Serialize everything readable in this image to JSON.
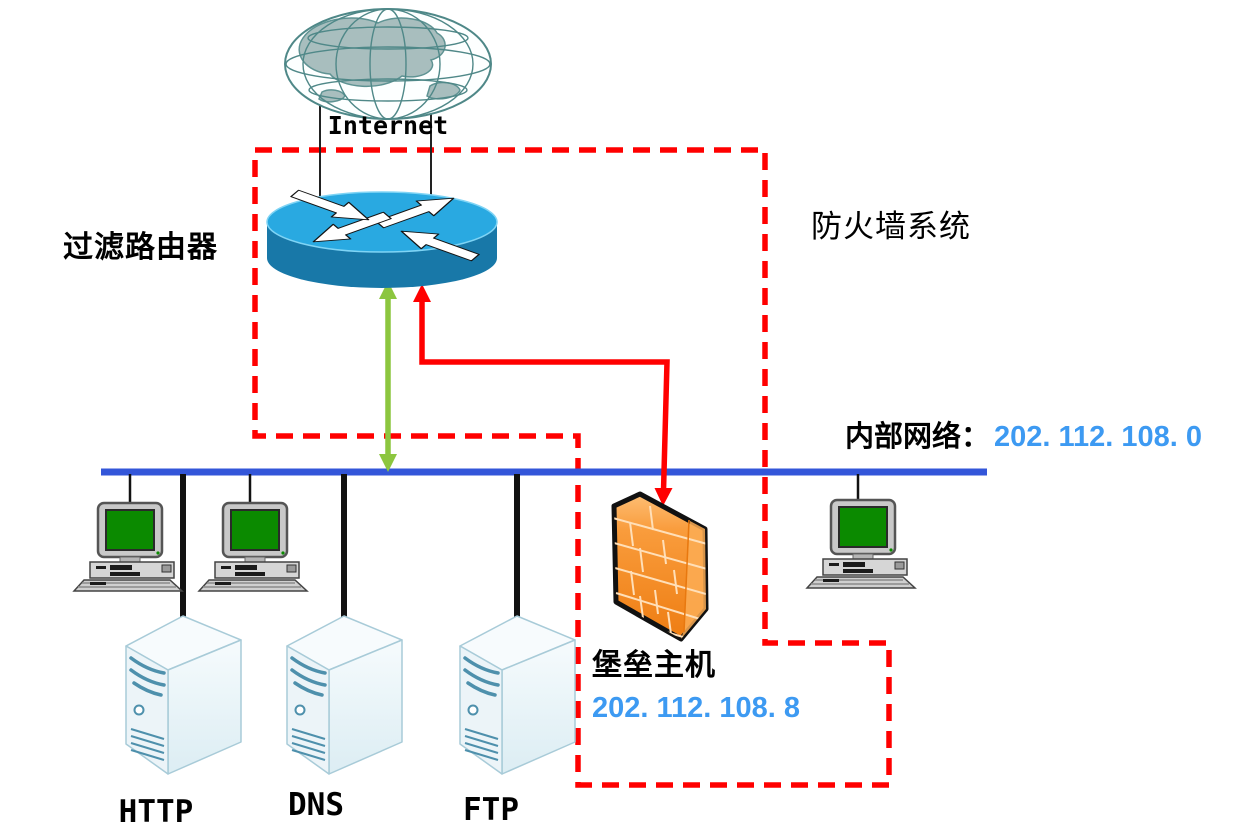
{
  "diagram": {
    "internet_label": "Internet",
    "router_label": "过滤路由器",
    "firewall_system_label": "防火墙系统",
    "internal_network": {
      "label": "内部网络：",
      "ip": "202. 112. 108. 0"
    },
    "bastion_host": {
      "label": "堡垒主机",
      "ip": "202. 112. 108. 8"
    },
    "servers": [
      {
        "label": "HTTP"
      },
      {
        "label": "DNS"
      },
      {
        "label": "FTP"
      }
    ]
  },
  "icons": {
    "globe": "internet-globe-icon",
    "router": "cisco-router-icon",
    "bastion": "firewall-brick-wall-icon",
    "server": "server-tower-icon",
    "workstation": "desktop-computer-icon"
  },
  "colors": {
    "boundary_red": "#FF0000",
    "bus_blue": "#3356D9",
    "ip_blue": "#3D9AF2",
    "arrow_green": "#8CC63F",
    "router_top_blue": "#29A9E1",
    "router_side_blue": "#1878A8",
    "firewall_orange": "#F68C28",
    "screen_green": "#0B8A00"
  }
}
